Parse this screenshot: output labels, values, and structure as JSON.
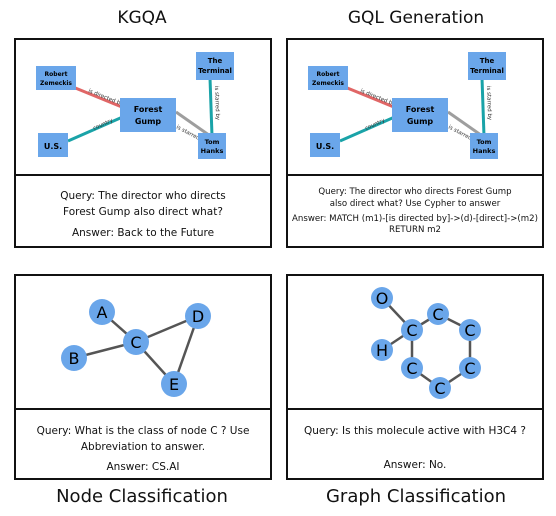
{
  "titles": {
    "kgqa": "KGQA",
    "gql": "GQL Generation",
    "node": "Node Classification",
    "graph": "Graph Classification"
  },
  "kgqa": {
    "nodes": {
      "robert": "Robert Zemeckis",
      "terminal": "The Terminal",
      "forest": "Forest Gump",
      "us": "U.S.",
      "tom": "Tom Hanks"
    },
    "edges": {
      "directed": "is directed by",
      "starred1": "is starred by",
      "starred2": "is starred by",
      "country": "country"
    },
    "query_line1": "Query: The director who directs",
    "query_line2": "Forest Gump also direct what?",
    "answer": "Answer: Back to the Future"
  },
  "gql": {
    "query_line1": "Query: The director who directs Forest Gump",
    "query_line2": "also direct what?  Use Cypher to answer",
    "answer_line1": "Answer:  MATCH (m1)-[is directed by]->(d)-[direct]->(m2)",
    "answer_line2": "RETURN m2"
  },
  "node_cls": {
    "nodes": [
      "A",
      "B",
      "C",
      "D",
      "E"
    ],
    "query_line1": "Query: What is the class of node C ? Use",
    "query_line2": "Abbreviation to answer.",
    "answer": "Answer: CS.AI"
  },
  "graph_cls": {
    "atoms": [
      "O",
      "H",
      "C",
      "C",
      "C",
      "C",
      "C",
      "C"
    ],
    "query": "Query: Is this molecule active with H3C4 ?",
    "answer": "Answer: No."
  },
  "colors": {
    "node_fill": "#6aa6ea",
    "edge_red": "#e06666",
    "edge_teal": "#1aa3a8",
    "edge_gray": "#9e9e9e",
    "edge_dark": "#555555"
  }
}
